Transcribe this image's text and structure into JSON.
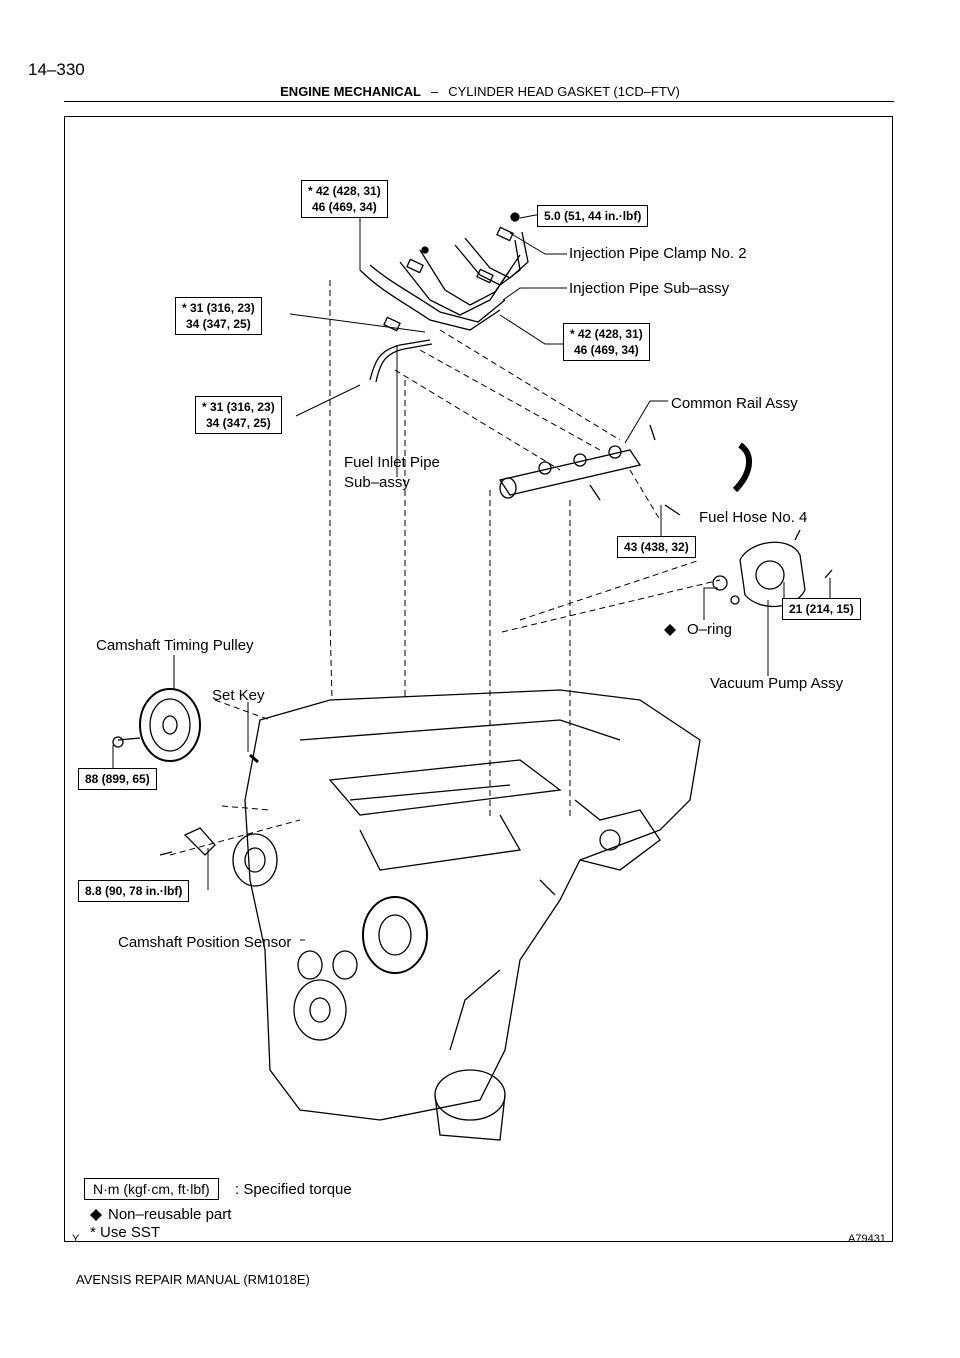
{
  "header": {
    "page_number": "14–330",
    "section": "ENGINE MECHANICAL",
    "separator": "–",
    "subsection": "CYLINDER HEAD GASKET (1CD–FTV)"
  },
  "torques": {
    "t1_line1": "* 42 (428, 31)",
    "t1_line2": "46 (469, 34)",
    "t2": "5.0 (51, 44 in.·lbf)",
    "t3_line1": "* 31 (316, 23)",
    "t3_line2": "34 (347, 25)",
    "t4_line1": "* 42 (428, 31)",
    "t4_line2": "46 (469, 34)",
    "t5_line1": "* 31 (316, 23)",
    "t5_line2": "34 (347, 25)",
    "t6": "43 (438, 32)",
    "t7": "21 (214, 15)",
    "t8": "88 (899, 65)",
    "t9": "8.8 (90, 78 in.·lbf)"
  },
  "labels": {
    "clamp": "Injection Pipe Clamp No. 2",
    "pipe": "Injection Pipe Sub–assy",
    "rail": "Common Rail Assy",
    "inlet_1": "Fuel Inlet Pipe",
    "inlet_2": "Sub–assy",
    "hose": "Fuel Hose No. 4",
    "oring": "O–ring",
    "vacuum": "Vacuum Pump Assy",
    "pulley": "Camshaft Timing Pulley",
    "setkey": "Set Key",
    "sensor": "Camshaft Position Sensor"
  },
  "legend": {
    "unit_box": "N·m (kgf·cm, ft·lbf)",
    "unit_desc": ": Specified torque",
    "nonreusable": "Non–reusable part",
    "sst": "* Use SST"
  },
  "figure": {
    "id": "A79431",
    "corner_mark": "Y"
  },
  "footer": {
    "text": "AVENSIS REPAIR MANUAL   (RM1018E)"
  }
}
